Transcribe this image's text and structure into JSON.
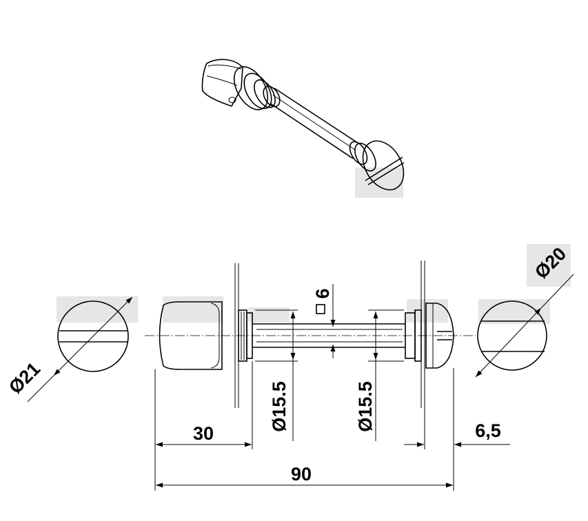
{
  "dimensions": {
    "knob_diameter": "Ø21",
    "screw_head_diameter": "Ø20",
    "square_spindle": "6",
    "rose_left_diameter": "Ø15.5",
    "rose_right_diameter": "Ø15.5",
    "knob_length": "30",
    "head_thickness": "6,5",
    "total_length": "90"
  },
  "colors": {
    "line": "#000000",
    "shading": "#e6e6e6",
    "background": "#ffffff"
  },
  "icons": {
    "spindle_symbol": "square-symbol"
  }
}
